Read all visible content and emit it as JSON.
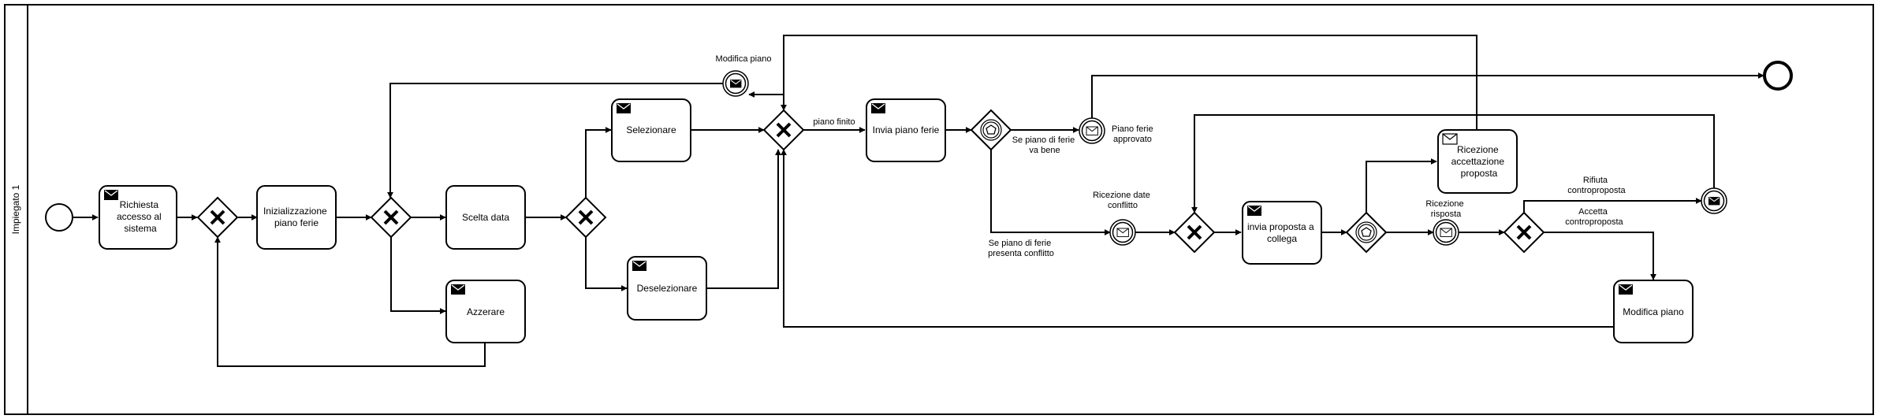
{
  "pool": {
    "lane_label": "Impiegato 1"
  },
  "tasks": {
    "richiesta": [
      "Richiesta",
      "accesso al",
      "sistema"
    ],
    "inizializzazione": [
      "Inizializzazione",
      "piano ferie"
    ],
    "scelta": [
      "Scelta data"
    ],
    "azzerare": [
      "Azzerare"
    ],
    "selezionare": [
      "Selezionare"
    ],
    "deselezionare": [
      "Deselezionare"
    ],
    "invia_piano": [
      "Invia piano ferie"
    ],
    "invia_proposta": [
      "invia proposta a",
      "collega"
    ],
    "ricezione_accettazione": [
      "Ricezione",
      "accettazione",
      "proposta"
    ],
    "modifica_piano": [
      "Modifica piano"
    ]
  },
  "labels": {
    "modifica_piano_event": "Modifica piano",
    "piano_finito": "piano finito",
    "piano_ferie_approvato": [
      "Piano ferie",
      "approvato"
    ],
    "se_va_bene": [
      "Se piano di ferie",
      "va bene"
    ],
    "ricezione_date_conflitto": [
      "Ricezione date",
      "conflitto"
    ],
    "se_conflitto": [
      "Se piano di ferie",
      "presenta conflitto"
    ],
    "ricezione_risposta": [
      "Ricezione",
      "risposta"
    ],
    "rifiuta": [
      "Rifiuta",
      "controproposta"
    ],
    "accetta": [
      "Accetta",
      "controproposta"
    ]
  }
}
